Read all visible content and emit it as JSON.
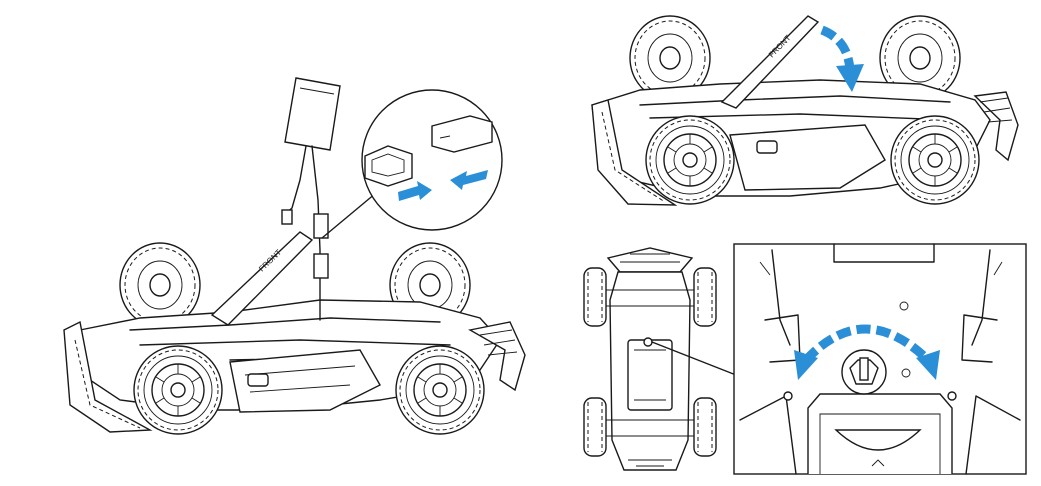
{
  "figure": {
    "panels": [
      {
        "name": "battery-insert-view"
      },
      {
        "name": "battery-cover-close-view"
      },
      {
        "name": "top-view-overview"
      },
      {
        "name": "battery-clip-rotate-detail"
      }
    ],
    "colors": {
      "arrow": "#2a8fd6",
      "line": "#1a1a1a",
      "background": "#ffffff"
    },
    "icons": [
      "connector-push-arrows-icon",
      "cover-close-arrow-icon",
      "rotate-clip-arrow-icon"
    ]
  }
}
